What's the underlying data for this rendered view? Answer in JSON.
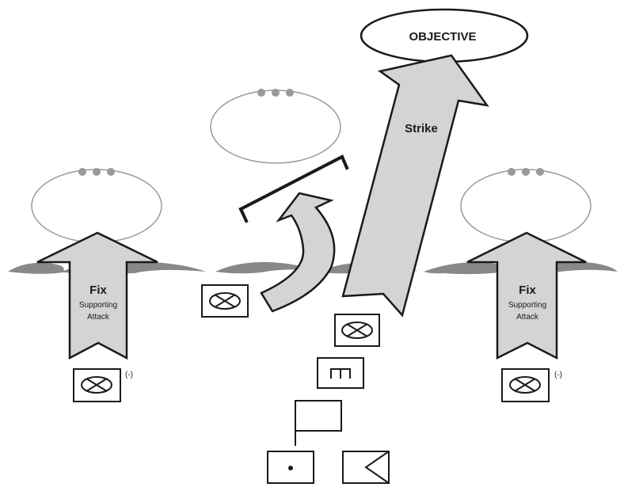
{
  "objective": {
    "label": "OBJECTIVE"
  },
  "strike": {
    "label": "Strike"
  },
  "fix_left": {
    "title": "Fix",
    "line1": "Supporting",
    "line2": "Attack",
    "echelon": "(-)"
  },
  "fix_right": {
    "title": "Fix",
    "line1": "Supporting",
    "line2": "Attack",
    "echelon": "(-)"
  },
  "colors": {
    "arrow_fill": "#d4d4d4",
    "river": "#888888",
    "ellipse": "#9a9a9a",
    "stroke": "#1a1a1a"
  },
  "symbols": [
    "infantry-unit",
    "infantry-unit",
    "infantry-unit",
    "infantry-unit",
    "engineer-unit",
    "headquarters-flag",
    "command-post",
    "observation-post"
  ]
}
